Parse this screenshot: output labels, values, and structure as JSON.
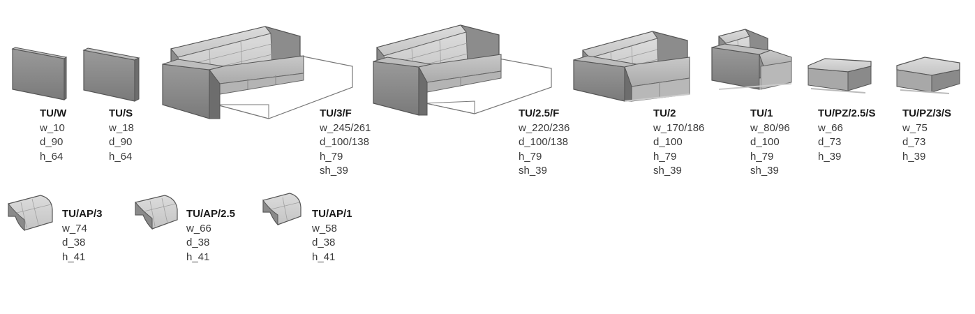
{
  "products": [
    {
      "code": "TU/W",
      "specs": [
        "w_10",
        "d_90",
        "h_64"
      ]
    },
    {
      "code": "TU/S",
      "specs": [
        "w_18",
        "d_90",
        "h_64"
      ]
    },
    {
      "code": "TU/3/F",
      "specs": [
        "w_245/261",
        "d_100/138",
        "h_79",
        "sh_39"
      ]
    },
    {
      "code": "TU/2.5/F",
      "specs": [
        "w_220/236",
        "d_100/138",
        "h_79",
        "sh_39"
      ]
    },
    {
      "code": "TU/2",
      "specs": [
        "w_170/186",
        "d_100",
        "h_79",
        "sh_39"
      ]
    },
    {
      "code": "TU/1",
      "specs": [
        "w_80/96",
        "d_100",
        "h_79",
        "sh_39"
      ]
    },
    {
      "code": "TU/PZ/2.5/S",
      "specs": [
        "w_66",
        "d_73",
        "h_39"
      ]
    },
    {
      "code": "TU/PZ/3/S",
      "specs": [
        "w_75",
        "d_73",
        "h_39"
      ]
    },
    {
      "code": "TU/AP/3",
      "specs": [
        "w_74",
        "d_38",
        "h_41"
      ]
    },
    {
      "code": "TU/AP/2.5",
      "specs": [
        "w_66",
        "d_38",
        "h_41"
      ]
    },
    {
      "code": "TU/AP/1",
      "specs": [
        "w_58",
        "d_38",
        "h_41"
      ]
    }
  ]
}
